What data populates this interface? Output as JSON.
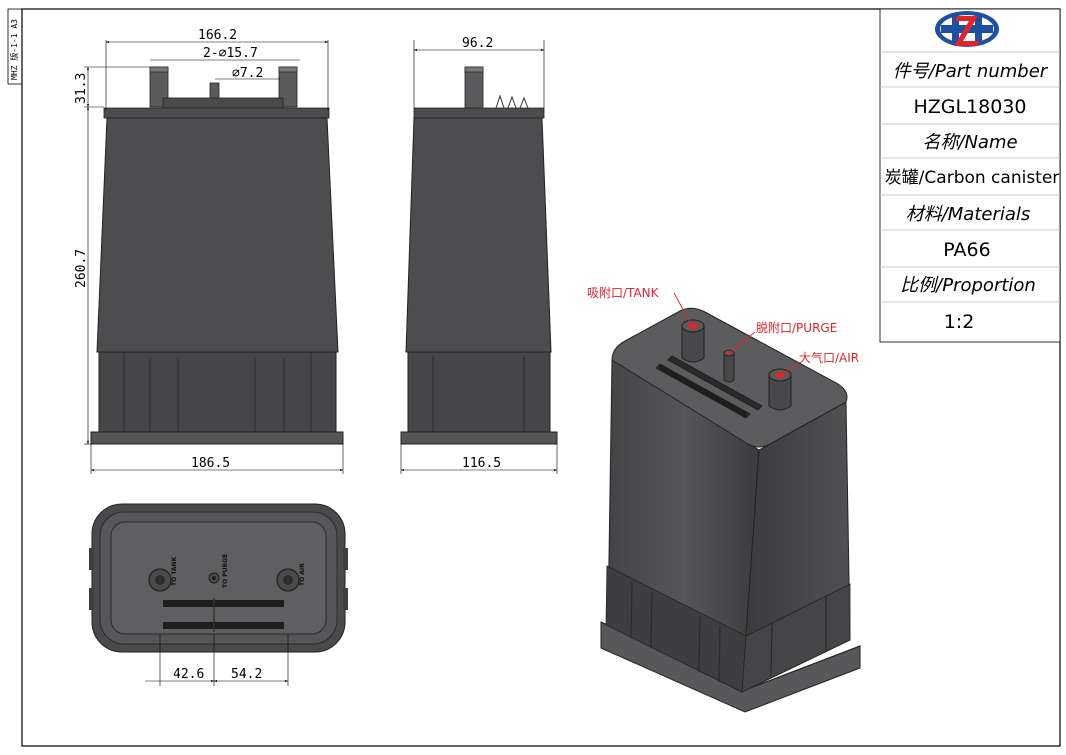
{
  "sheet_edge_label": "MHZ 版-1-1 A3",
  "title_block": {
    "part_number_label": "件号/Part number",
    "part_number_value": "HZGL18030",
    "name_label": "名称/Name",
    "name_value": "炭罐/Carbon canister",
    "materials_label": "材料/Materials",
    "materials_value": "PA66",
    "proportion_label": "比例/Proportion",
    "proportion_value": "1:2"
  },
  "front_view": {
    "dim_top_width": "166.2",
    "dim_port_dia_large": "2-∅15.7",
    "dim_port_dia_small": "∅7.2",
    "dim_port_height": "31.3",
    "dim_body_height": "260.7",
    "dim_base_width": "186.5"
  },
  "side_view": {
    "dim_top_width": "96.2",
    "dim_base_width": "116.5"
  },
  "top_view": {
    "dim_left_spacing": "42.6",
    "dim_right_spacing": "54.2",
    "port_labels": [
      "TO TANK",
      "TO PURGE",
      "TO AIR"
    ]
  },
  "iso_view": {
    "callout_tank": "吸附口/TANK",
    "callout_purge": "脱附口/PURGE",
    "callout_air": "大气口/AIR"
  },
  "colors": {
    "body": "#4d4d4f",
    "body_dark": "#3a3a3c",
    "callout": "#e0242a",
    "logo_blue": "#1d4fa3",
    "logo_red": "#e0242a"
  }
}
